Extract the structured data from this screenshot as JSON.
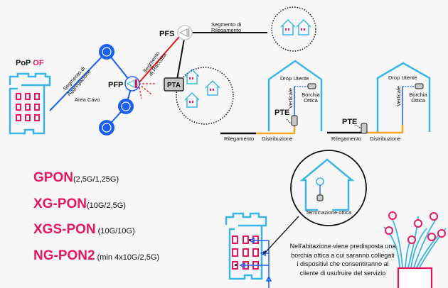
{
  "labels": {
    "pop": "PoP",
    "pop_of": "OF",
    "segment_aggregation": [
      "Segmento di",
      "Aggregazione"
    ],
    "area_cavo": "Area Cavo",
    "pfp": "PFP",
    "segment_raccolta": [
      "Segmento",
      "di Raccolta"
    ],
    "pfs": "PFS",
    "segment_rilegamento": [
      "Segmento di",
      "Rilegamento"
    ],
    "pta": "PTA",
    "pte": "PTE",
    "drop_utente": "Drop Utente",
    "verticale": "Verticale",
    "borchia_ottica": [
      "Borchia",
      "Ottica"
    ],
    "rilegamento": "Rilegamento",
    "distribuzione": "Distribuzione",
    "terminazione_ottica": "Terminazione ottica"
  },
  "pon_standards": [
    {
      "name": "GPON",
      "spec": "(2,5G/1,25G)"
    },
    {
      "name": "XG-PON",
      "spec": "(10G/2,5G)"
    },
    {
      "name": "XGS-PON",
      "spec": " (10G/10G)"
    },
    {
      "name": "NG-PON2",
      "spec": " (min 4x10G/2,5G)"
    }
  ],
  "note": "Nell'abitazione viene predisposta una borchia ottica a cui saranno collegati i dispositivi che consentiranno al cliente di usufruire del servizio",
  "colors": {
    "pink": "#e8175d",
    "blue": "#1a5ff0",
    "cyan": "#3ab6e6",
    "red": "#e01818",
    "orange": "#f5a623",
    "black": "#111111"
  }
}
